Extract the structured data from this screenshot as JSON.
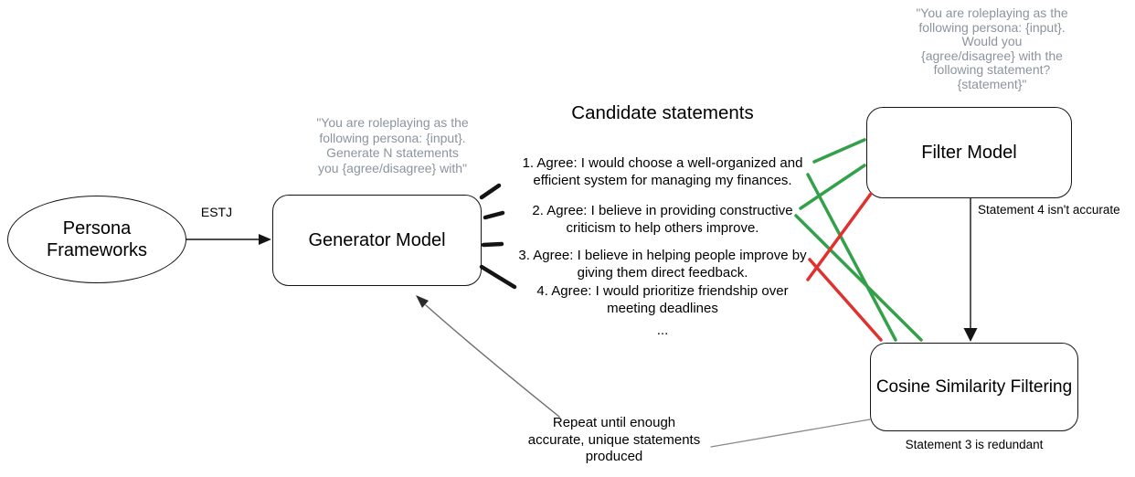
{
  "colors": {
    "accept_green": "#33a04a",
    "reject_red": "#e0312e",
    "prompt_gray": "#8b949e",
    "node_border": "#141414",
    "feedback_gray": "#6e6e6e"
  },
  "nodes": {
    "persona": {
      "label": "Persona\nFrameworks"
    },
    "generator": {
      "label": "Generator Model"
    },
    "filter": {
      "label": "Filter Model"
    },
    "cosine": {
      "label": "Cosine Similarity Filtering"
    }
  },
  "prompts": {
    "generator": "\"You are roleplaying as the\nfollowing persona: {input}.\nGenerate N statements\nyou {agree/disagree} with\"",
    "filter": "\"You are roleplaying as the\nfollowing persona: {input}.\nWould you\n{agree/disagree} with the\nfollowing statement?\n{statement}\""
  },
  "candidates": {
    "title": "Candidate statements",
    "items": [
      {
        "text": "1. Agree: I would choose a well-organized and\nefficient system for managing my finances."
      },
      {
        "text": "2. Agree: I believe in providing constructive\ncriticism to help others improve."
      },
      {
        "text": "3. Agree: I believe in helping people improve by\ngiving them direct feedback."
      },
      {
        "text": "4. Agree: I would prioritize friendship over\nmeeting deadlines"
      }
    ],
    "ellipsis": "..."
  },
  "edges": {
    "estj_label": "ESTJ",
    "filter_verdict": "Statement 4 isn't accurate",
    "cosine_verdict": "Statement 3 is redundant",
    "repeat_note": "Repeat until enough\naccurate, unique statements\nproduced"
  },
  "connections": [
    {
      "from": "persona-frameworks",
      "to": "generator-model",
      "style": "black-arrow",
      "label": "ESTJ"
    },
    {
      "from": "generator-model",
      "to": "candidate-statements",
      "style": "black-spokes"
    },
    {
      "from": "statement-1",
      "to": "filter-model",
      "style": "green"
    },
    {
      "from": "statement-2",
      "to": "filter-model",
      "style": "green"
    },
    {
      "from": "statement-1",
      "to": "cosine-similarity-filtering",
      "style": "green"
    },
    {
      "from": "statement-2",
      "to": "cosine-similarity-filtering",
      "style": "green"
    },
    {
      "from": "filter-model",
      "to": "statement-4",
      "style": "red"
    },
    {
      "from": "statement-3",
      "to": "cosine-similarity-filtering",
      "style": "red"
    },
    {
      "from": "filter-model",
      "to": "cosine-similarity-filtering",
      "style": "black-arrow",
      "label": "Statement 4 isn't accurate"
    },
    {
      "from": "cosine-similarity-filtering",
      "to": "repeat-note",
      "style": "gray"
    },
    {
      "from": "repeat-note",
      "to": "generator-model",
      "style": "gray-arrow"
    }
  ]
}
